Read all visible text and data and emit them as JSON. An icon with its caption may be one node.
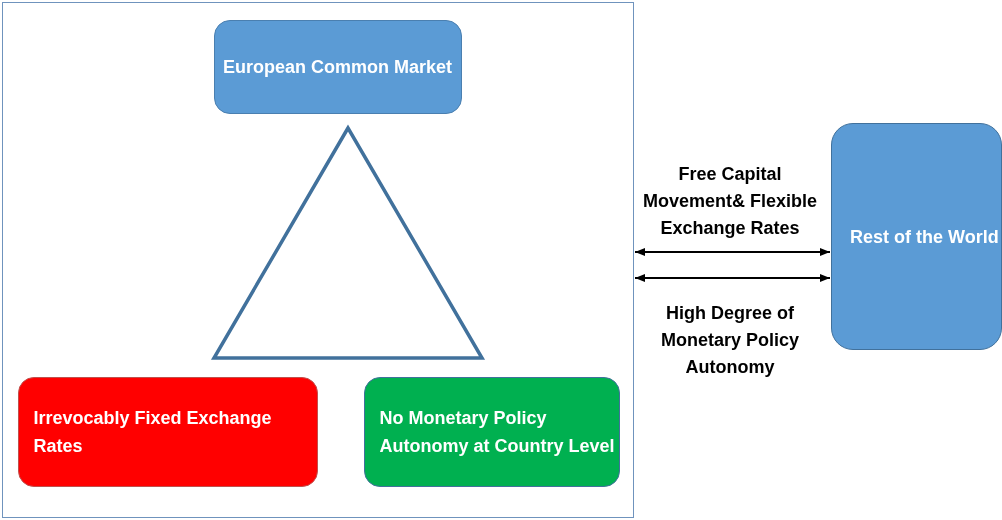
{
  "diagram": {
    "nodes": [
      {
        "text": [],
        "shape": "box"
      },
      {
        "text": [
          "European Common Market"
        ],
        "in": 0
      },
      {
        "text": [],
        "shape": "triangle",
        "in": 0
      },
      {
        "text": [
          "Irrevocably Fixed Exchange Rates"
        ],
        "in": 0
      },
      {
        "text": [
          "No Monetary Policy Autonomy at Country Level"
        ],
        "in": 0
      },
      {
        "text": [
          "Rest of the World"
        ]
      }
    ],
    "edges": [
      {
        "from": 0,
        "to": 5,
        "arrow": "both",
        "label": "Free Capital Movement& Flexible Exchange Rates"
      },
      {
        "from": 0,
        "to": 5,
        "arrow": "both",
        "label": "High Degree of Monetary Policy Autonomy"
      }
    ]
  }
}
